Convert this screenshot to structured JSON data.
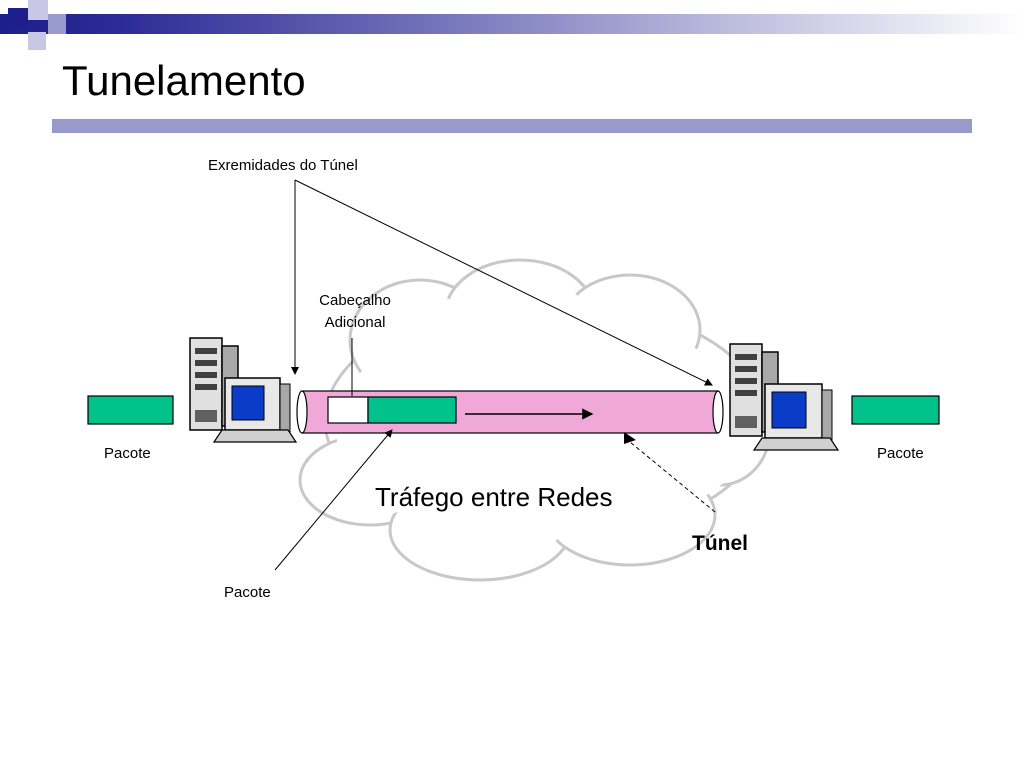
{
  "slide": {
    "title": "Tunelamento"
  },
  "diagram": {
    "label_extremidades": "Exremidades do Túnel",
    "label_cabecalho_line1": "Cabeçalho",
    "label_cabecalho_line2": "Adicional",
    "label_pacote_left": "Pacote",
    "label_pacote_right": "Pacote",
    "label_pacote_bottom": "Pacote",
    "label_trafego": "Tráfego entre Redes",
    "label_tunel": "Túnel"
  },
  "colors": {
    "tunnel_fill": "#f0a8d8",
    "packet_fill": "#00c28a",
    "header_fill": "#ffffff",
    "monitor_screen": "#0a3cc8",
    "title_rule": "#9999cc",
    "bar_dark": "#1e1e8c"
  }
}
